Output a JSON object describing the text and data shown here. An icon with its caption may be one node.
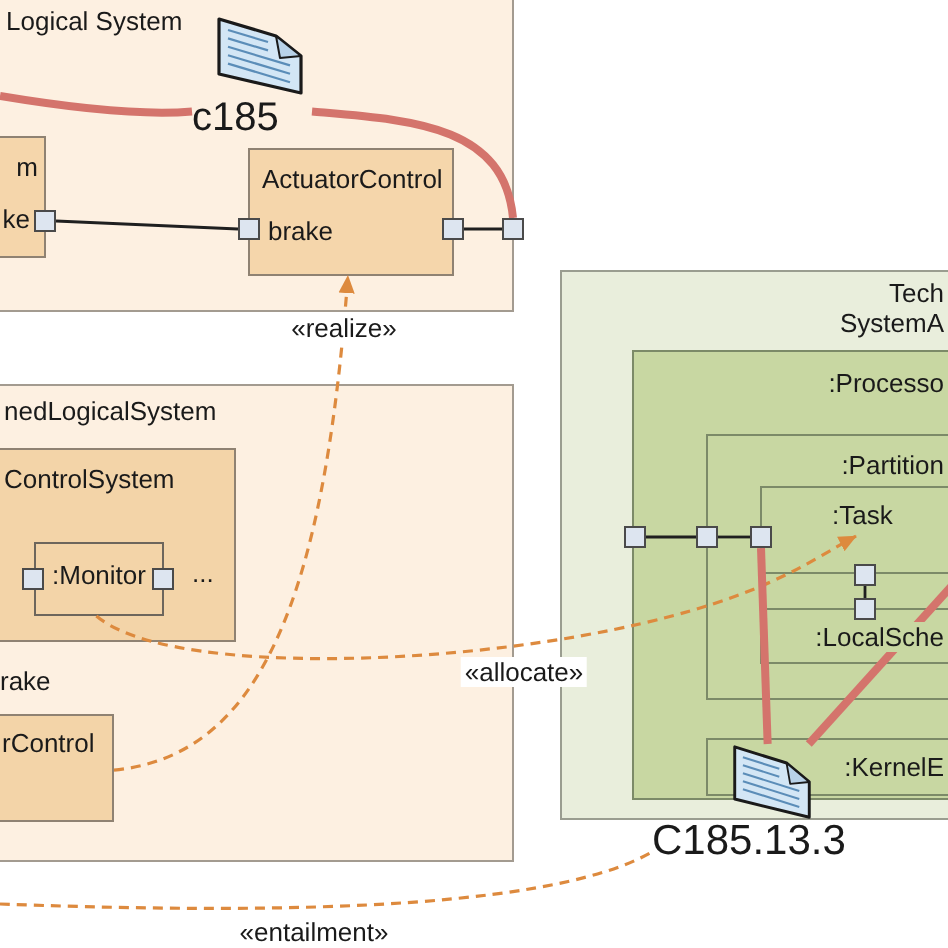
{
  "diagram": {
    "nodes": [
      {
        "text": [
          "Logical System"
        ]
      },
      {
        "text": [],
        "shape": "picture",
        "beside": [
          "c185"
        ],
        "in": 0
      },
      {
        "text": [
          "m",
          "ke"
        ],
        "in": 0
      },
      {
        "text": [],
        "shape": "box",
        "in": 0
      },
      {
        "text": [
          "ActuatorControl",
          "brake"
        ],
        "in": 0
      },
      {
        "text": [],
        "shape": "box",
        "in": 0
      },
      {
        "text": [],
        "shape": "box",
        "in": 0
      },
      {
        "text": [],
        "shape": "box"
      },
      {
        "text": [
          "nedLogicalSystem"
        ]
      },
      {
        "text": [
          "ControlSystem"
        ],
        "in": 8
      },
      {
        "text": [
          ":Monitor"
        ],
        "in": 9
      },
      {
        "text": [],
        "shape": "box",
        "in": 9
      },
      {
        "text": [],
        "shape": "box",
        "in": 9
      },
      {
        "text": [
          "rControl"
        ],
        "in": 8
      },
      {
        "text": [
          "Tech SystemA"
        ]
      },
      {
        "text": [
          ":Processo"
        ],
        "in": 14
      },
      {
        "text": [
          ":Partition"
        ],
        "in": 15
      },
      {
        "text": [
          ":Task"
        ],
        "in": 16
      },
      {
        "text": [
          ":LocalSche"
        ],
        "in": 16
      },
      {
        "text": [
          ":KernelE"
        ],
        "in": 15
      },
      {
        "text": [],
        "shape": "box",
        "in": 14
      },
      {
        "text": [],
        "shape": "box",
        "in": 15
      },
      {
        "text": [],
        "shape": "box",
        "in": 16
      },
      {
        "text": [],
        "shape": "box",
        "in": 16
      },
      {
        "text": [],
        "shape": "box",
        "in": 16
      },
      {
        "text": [],
        "shape": "picture",
        "beside": [
          "C185.13.3"
        ],
        "in": 14
      }
    ],
    "edges": [
      {
        "from": null,
        "to": 1,
        "arrow": "none",
        "style": "thick",
        "color": "#d4746c"
      },
      {
        "from": 1,
        "to": 7,
        "arrow": "none",
        "style": "thick",
        "color": "#d4746c"
      },
      {
        "from": 3,
        "to": 5,
        "arrow": "none"
      },
      {
        "from": 6,
        "to": 7,
        "arrow": "none"
      },
      {
        "from": 13,
        "to": 4,
        "arrow": "to",
        "label": "«realize»",
        "style": "dashed",
        "color": "#dd8a3e"
      },
      {
        "from": 10,
        "to": 17,
        "arrow": "to",
        "label": "«allocate»",
        "style": "dashed",
        "color": "#dd8a3e"
      },
      {
        "from": null,
        "to": 25,
        "arrow": "none",
        "label": "«entailment»",
        "style": "dashed",
        "color": "#dd8a3e"
      },
      {
        "from": 20,
        "to": 21,
        "arrow": "none"
      },
      {
        "from": 21,
        "to": 22,
        "arrow": "none"
      },
      {
        "from": 23,
        "to": 24,
        "arrow": "none"
      },
      {
        "from": 22,
        "to": 25,
        "arrow": "none",
        "style": "thick",
        "color": "#d4746c"
      },
      {
        "from": 25,
        "to": null,
        "arrow": "none",
        "style": "thick",
        "color": "#d4746c"
      }
    ],
    "labels": [
      "...",
      "rake"
    ]
  }
}
